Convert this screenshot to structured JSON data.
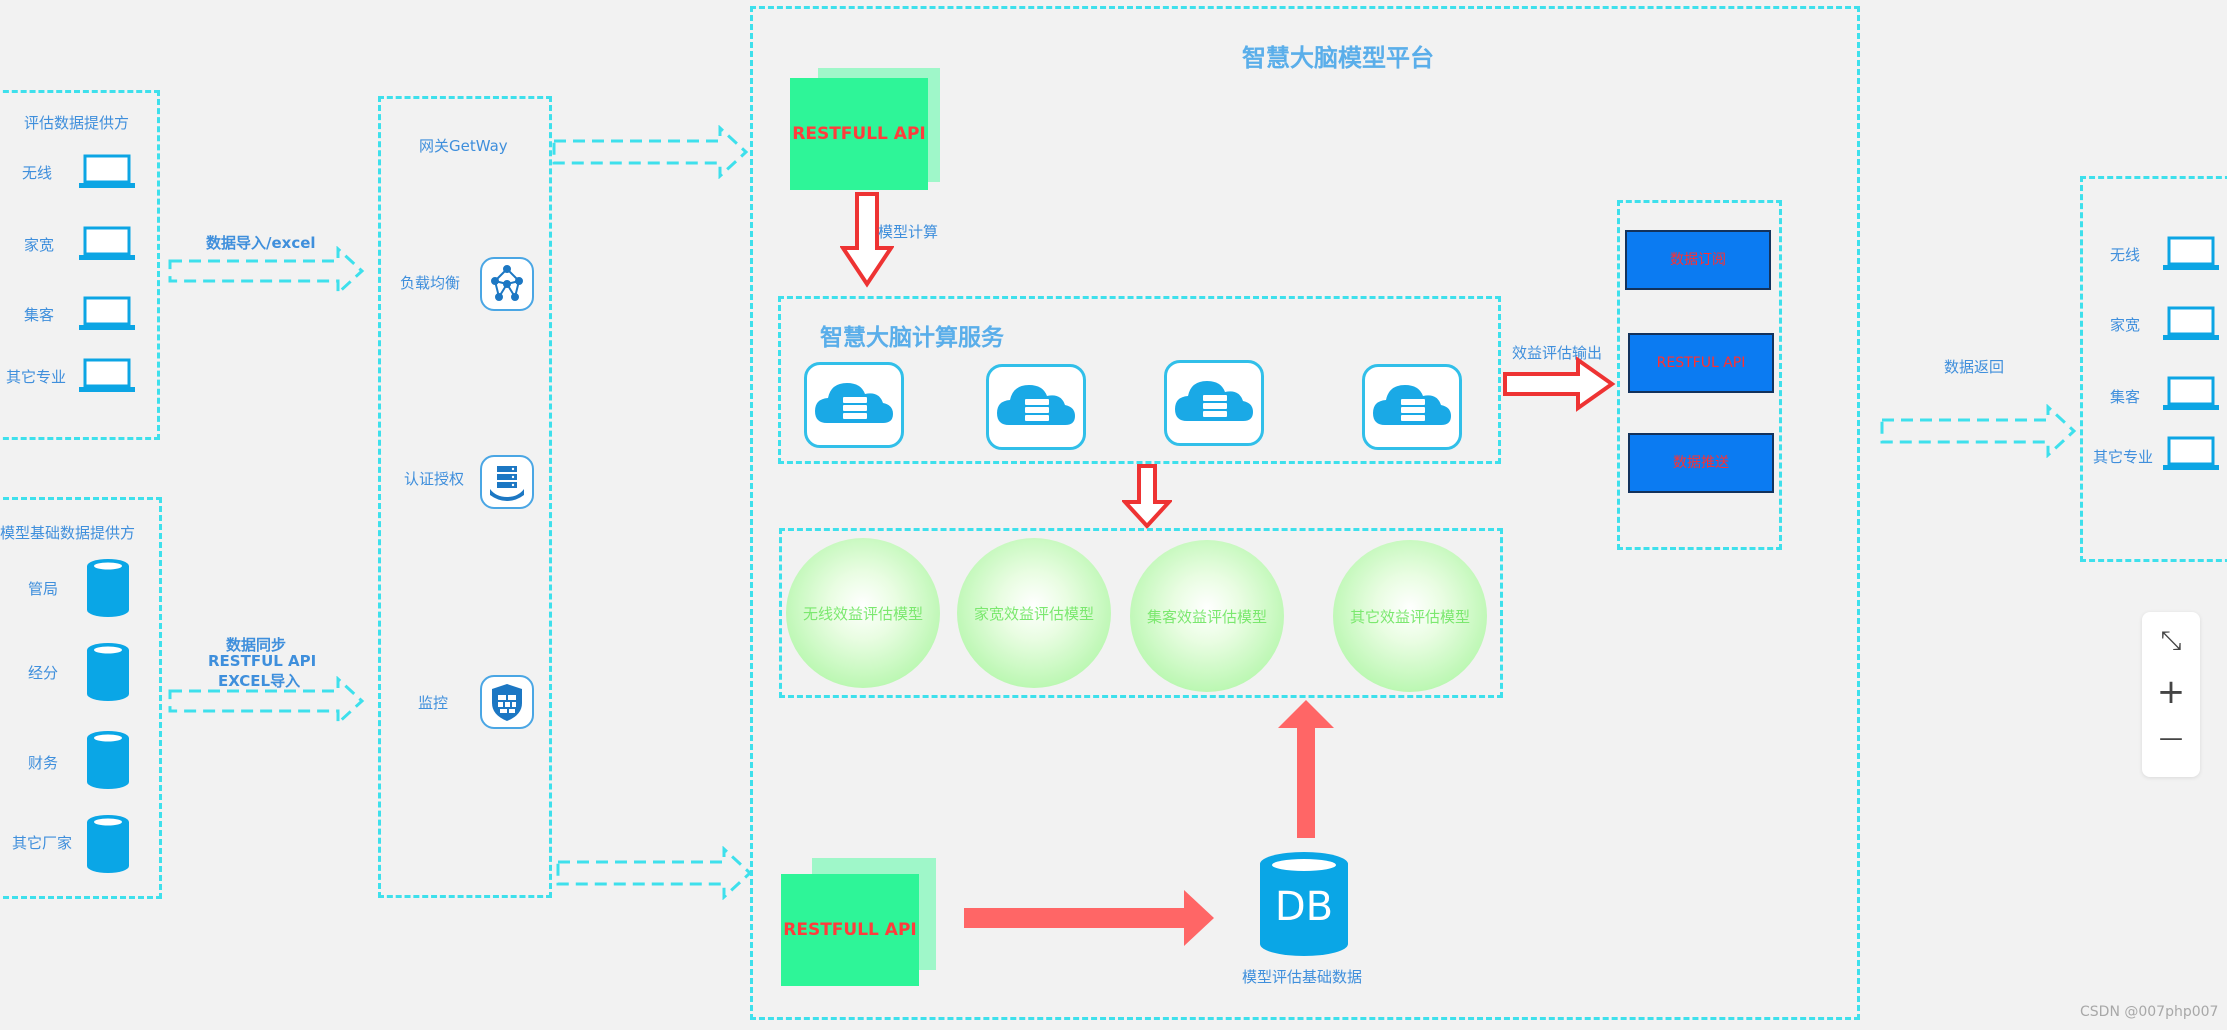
{
  "left_top": {
    "title": "评估数据提供方",
    "items": [
      "无线",
      "家宽",
      "集客",
      "其它专业"
    ]
  },
  "left_bottom": {
    "title": "模型基础数据提供方",
    "items": [
      "管局",
      "经分",
      "财务",
      "其它厂家"
    ]
  },
  "arrow_labels": {
    "import": "数据导入/excel",
    "sync": [
      "数据同步",
      "RESTFUL API",
      "EXCEL导入"
    ],
    "model_calc": "模型计算",
    "benefit_output": "效益评估输出",
    "data_return": "数据返回"
  },
  "gateway": {
    "title": "网关GetWay",
    "items": [
      "负载均衡",
      "认证授权",
      "监控"
    ]
  },
  "platform": {
    "title": "智慧大脑模型平台",
    "top_api": "RESTFULL API",
    "bottom_api": "RESTFULL API",
    "service_title": "智慧大脑计算服务",
    "models": [
      "无线效益评估模型",
      "家宽效益评估模型",
      "集客效益评估模型",
      "其它效益评估模型"
    ],
    "db_label": "DB",
    "db_caption": "模型评估基础数据"
  },
  "output_box": {
    "buttons": [
      "数据订阅",
      "RESTFUL API",
      "数据推送"
    ]
  },
  "right_consumers": {
    "items": [
      "无线",
      "家宽",
      "集客",
      "其它专业"
    ]
  },
  "zoom": {
    "fit": "⤡",
    "in": "+",
    "out": "—"
  },
  "watermark": "CSDN @007php007",
  "colors": {
    "dashed": "#3ee0ec",
    "green": "#2ef598",
    "red_arrow": "#ff6666",
    "db": "#0aa6e6"
  }
}
